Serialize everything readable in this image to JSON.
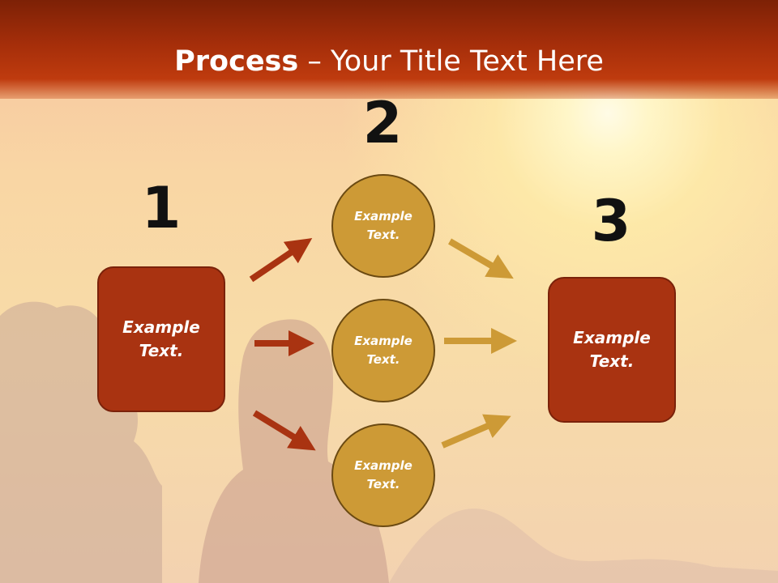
{
  "slide": {
    "title_bold": "Process",
    "title_dash": " – ",
    "title_rest": "Your Title Text Here"
  },
  "steps": {
    "one": "1",
    "two": "2",
    "three": "3"
  },
  "left_box": {
    "text1": "Example",
    "text2": "Text."
  },
  "circles": [
    {
      "text1": "Example",
      "text2": "Text."
    },
    {
      "text1": "Example",
      "text2": "Text."
    },
    {
      "text1": "Example",
      "text2": "Text."
    }
  ],
  "right_box": {
    "text1": "Example",
    "text2": "Text."
  },
  "colors": {
    "title_bar": "#a52e0a",
    "box_fill": "#a93311",
    "circle_fill": "#cd9a36",
    "arrow_red": "#a93311",
    "arrow_gold": "#cd9a36"
  }
}
